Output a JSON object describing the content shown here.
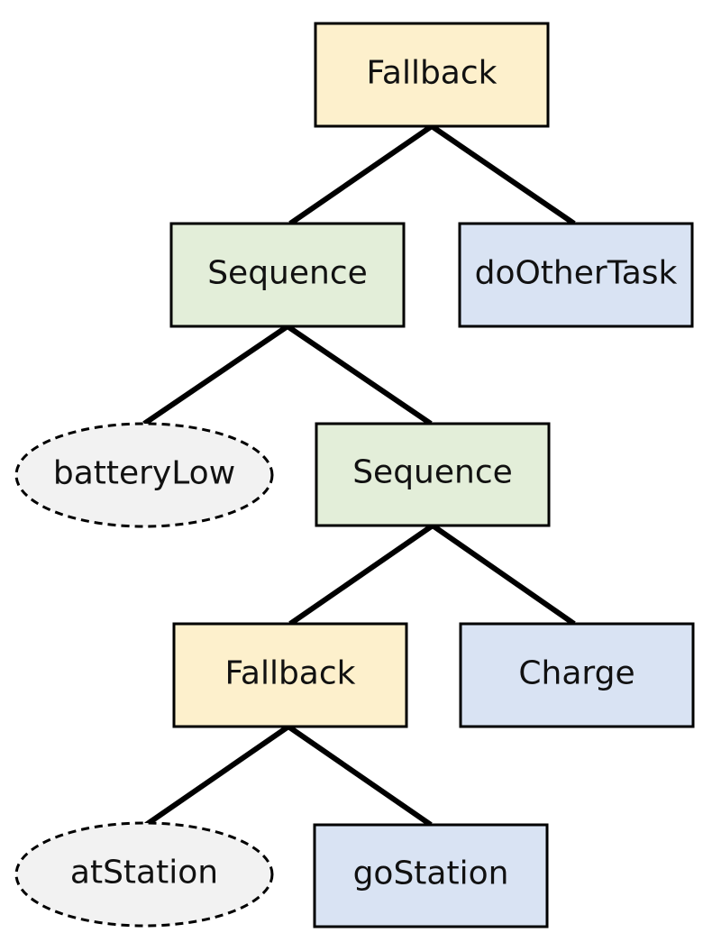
{
  "nodes": {
    "root_fallback": {
      "label": "Fallback",
      "kind": "fallback"
    },
    "sequence_1": {
      "label": "Sequence",
      "kind": "sequence"
    },
    "do_other_task": {
      "label": "doOtherTask",
      "kind": "action"
    },
    "battery_low": {
      "label": "batteryLow",
      "kind": "condition"
    },
    "sequence_2": {
      "label": "Sequence",
      "kind": "sequence"
    },
    "fallback_2": {
      "label": "Fallback",
      "kind": "fallback"
    },
    "charge": {
      "label": "Charge",
      "kind": "action"
    },
    "at_station": {
      "label": "atStation",
      "kind": "condition"
    },
    "go_station": {
      "label": "goStation",
      "kind": "action"
    }
  },
  "colors": {
    "fallback": "#FDF0CC",
    "sequence": "#E3EED9",
    "action": "#D9E3F3",
    "condition": "#F2F2F2",
    "edge": "#000000"
  },
  "edges": [
    [
      "root_fallback",
      "sequence_1"
    ],
    [
      "root_fallback",
      "do_other_task"
    ],
    [
      "sequence_1",
      "battery_low"
    ],
    [
      "sequence_1",
      "sequence_2"
    ],
    [
      "sequence_2",
      "fallback_2"
    ],
    [
      "sequence_2",
      "charge"
    ],
    [
      "fallback_2",
      "at_station"
    ],
    [
      "fallback_2",
      "go_station"
    ]
  ]
}
